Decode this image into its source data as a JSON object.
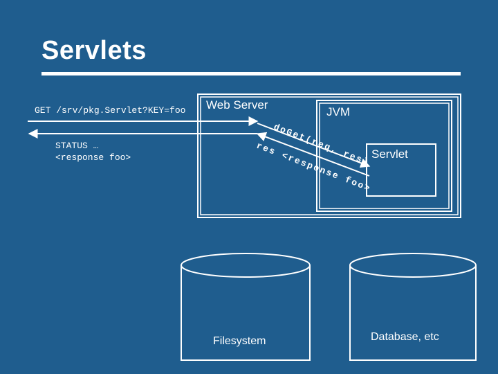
{
  "slide": {
    "title": "Servlets"
  },
  "labels": {
    "request": "GET /srv/pkg.Servlet?KEY=foo",
    "status_line": "STATUS …",
    "response_line": "<response foo>",
    "web_server": "Web Server",
    "jvm": "JVM",
    "servlet": "Servlet",
    "filesystem": "Filesystem",
    "database": "Database, etc",
    "doget_call": "doGet(req, res)",
    "response_call": "res <response foo>"
  },
  "colors": {
    "background": "#1f5d8e",
    "foreground": "#ffffff"
  }
}
